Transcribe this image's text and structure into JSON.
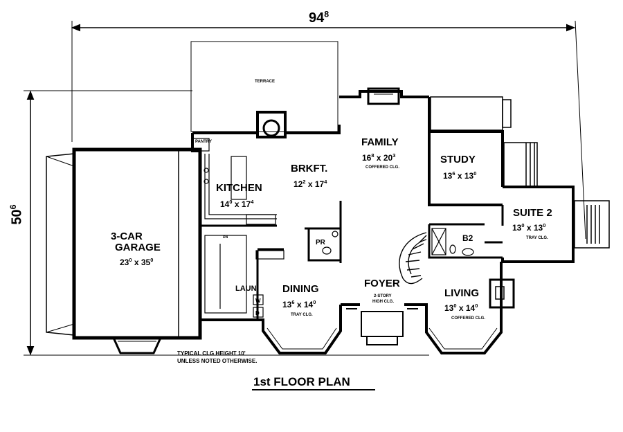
{
  "plan": {
    "title": "1st FLOOR PLAN",
    "overall_width": {
      "main": "94",
      "sup": "8"
    },
    "overall_depth": {
      "main": "50",
      "sup": "6"
    },
    "note_line1": "TYPICAL CLG HEIGHT 10'",
    "note_line2": "UNLESS NOTED OTHERWISE.",
    "terrace": "TERRACE",
    "pantry": "PANTRY",
    "rooms": {
      "garage": {
        "name_line1": "3-CAR",
        "name_line2": "GARAGE",
        "w": "23",
        "wsup": "0",
        "l": "35",
        "lsup": "0"
      },
      "kitchen": {
        "name": "KITCHEN",
        "w": "14",
        "wsup": "0",
        "l": "17",
        "lsup": "4"
      },
      "brkft": {
        "name": "BRKFT.",
        "w": "12",
        "wsup": "2",
        "l": "17",
        "lsup": "4"
      },
      "family": {
        "name": "FAMILY",
        "w": "16",
        "wsup": "8",
        "l": "20",
        "lsup": "3",
        "note": "COFFERED CLG."
      },
      "study": {
        "name": "STUDY",
        "w": "13",
        "wsup": "6",
        "l": "13",
        "lsup": "0"
      },
      "suite2": {
        "name": "SUITE 2",
        "w": "13",
        "wsup": "0",
        "l": "13",
        "lsup": "0",
        "note": "TRAY CLG."
      },
      "dining": {
        "name": "DINING",
        "w": "13",
        "wsup": "6",
        "l": "14",
        "lsup": "0",
        "note": "TRAY CLG."
      },
      "foyer": {
        "name": "FOYER",
        "note_line1": "2-STORY",
        "note_line2": "HIGH CLG."
      },
      "living": {
        "name": "LIVING",
        "w": "13",
        "wsup": "0",
        "l": "14",
        "lsup": "0",
        "note": "COFFERED CLG."
      },
      "pr": {
        "name": "PR"
      },
      "b2": {
        "name": "B2"
      },
      "laun": {
        "name": "LAUN"
      },
      "washer": {
        "name": "W"
      },
      "dryer": {
        "name": "D"
      },
      "desk": {
        "name": "DN"
      }
    },
    "x_sep": "x"
  }
}
